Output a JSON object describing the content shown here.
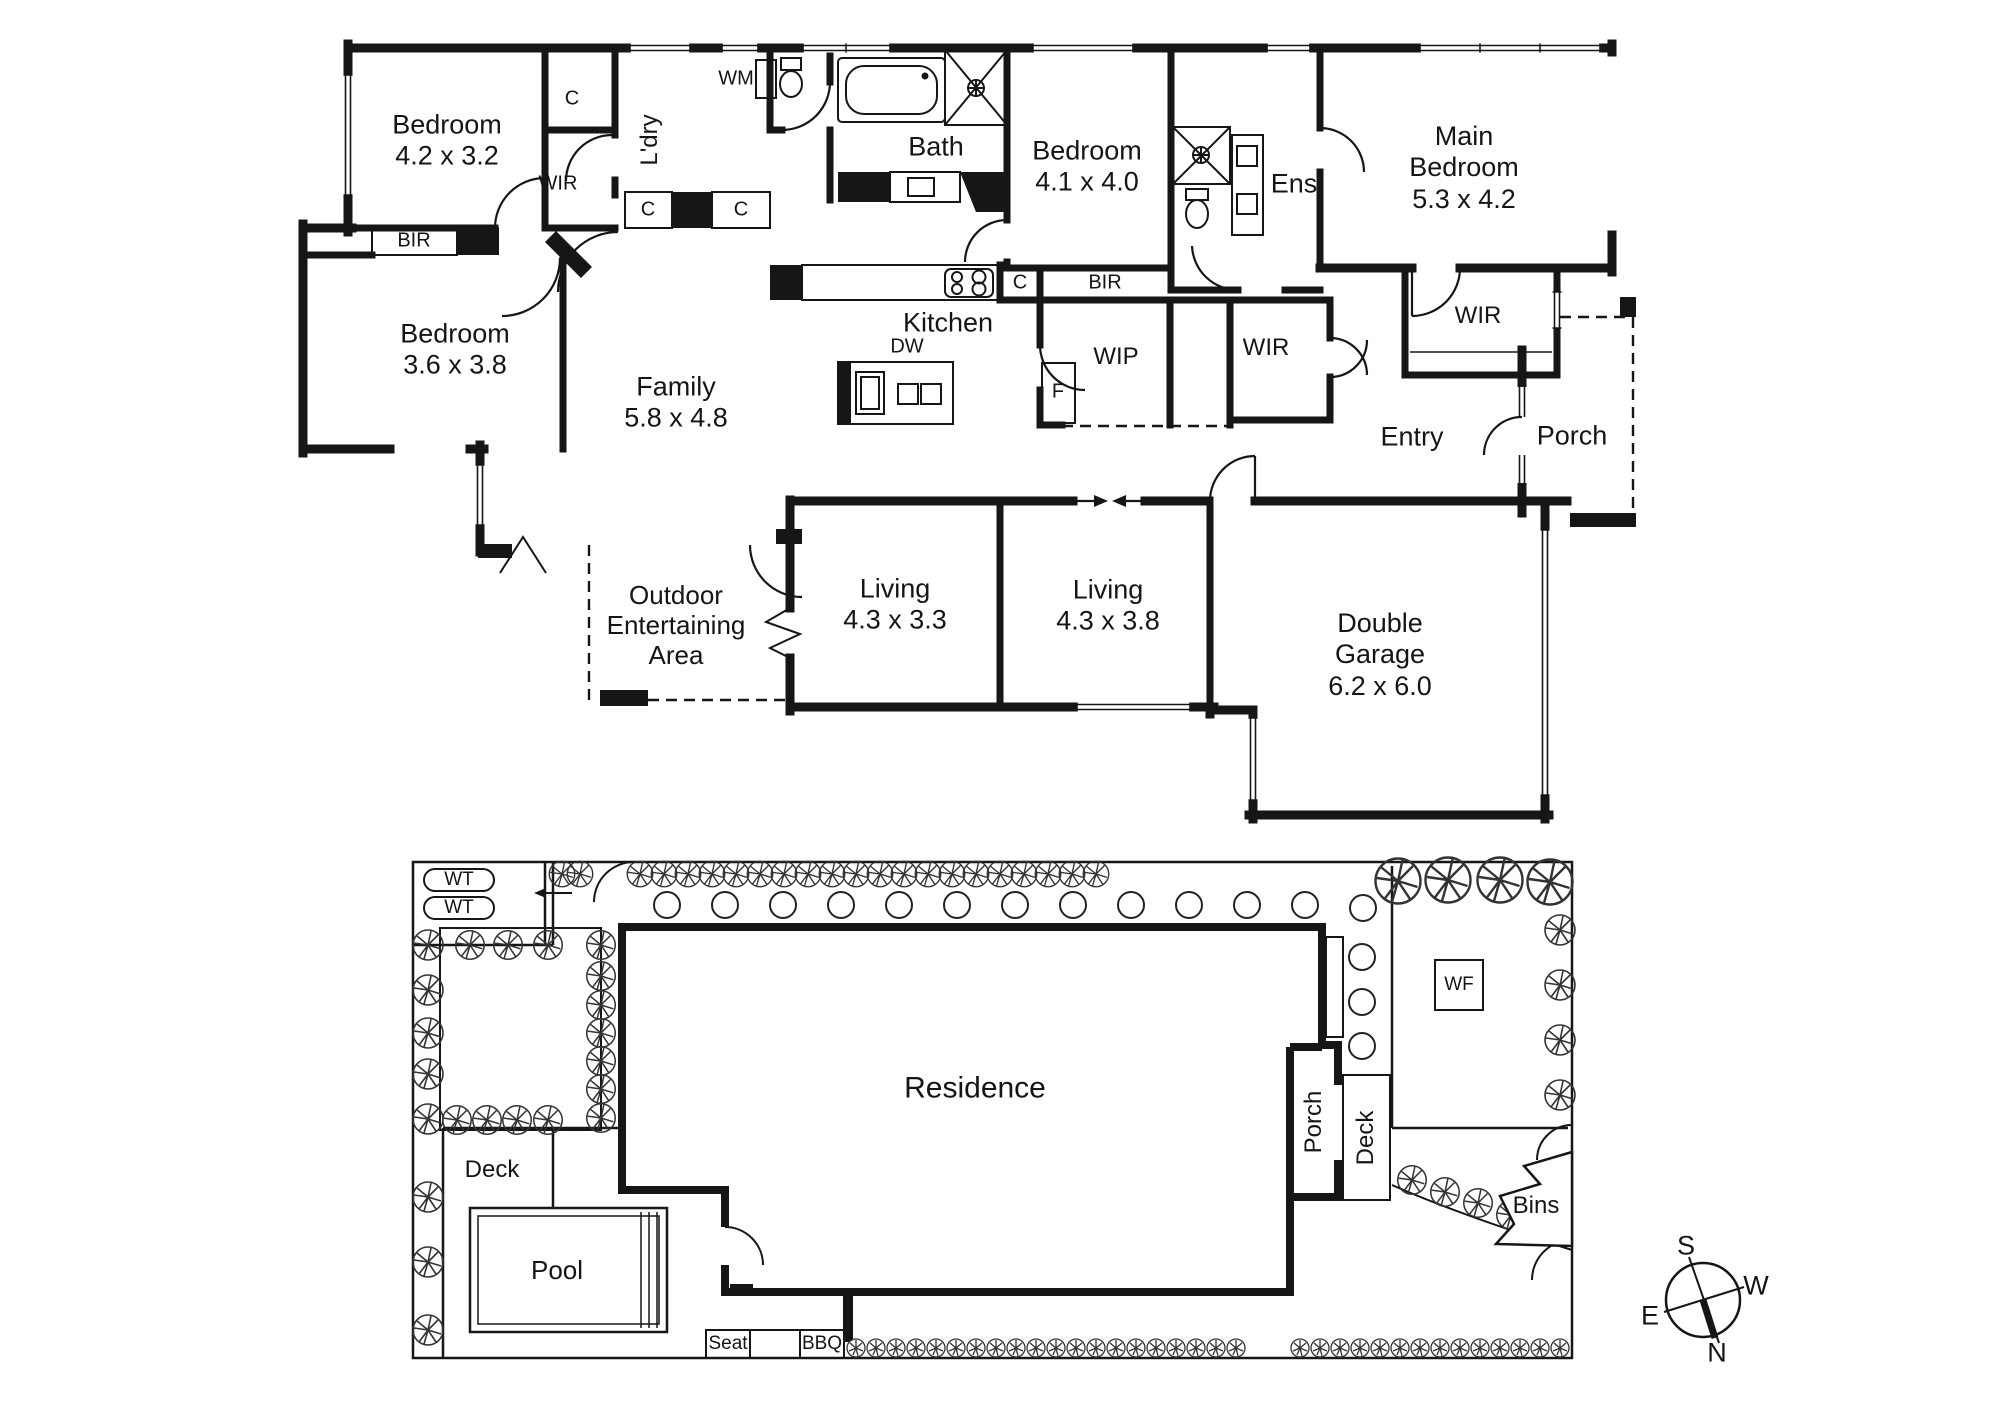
{
  "floor_plan": {
    "rooms": {
      "bedroom1": {
        "l1": "Bedroom",
        "l2": "4.2 x 3.2"
      },
      "bedroom3": {
        "l1": "Bedroom",
        "l2": "3.6 x 3.8"
      },
      "family": {
        "l1": "Family",
        "l2": "5.8 x 4.8"
      },
      "bedroom2": {
        "l1": "Bedroom",
        "l2": "4.1 x 4.0"
      },
      "main_bedroom": {
        "l1": "Main",
        "l2": "Bedroom",
        "l3": "5.3 x 4.2"
      },
      "living1": {
        "l1": "Living",
        "l2": "4.3 x 3.3"
      },
      "living2": {
        "l1": "Living",
        "l2": "4.3 x 3.8"
      },
      "garage": {
        "l1": "Double",
        "l2": "Garage",
        "l3": "6.2 x 6.0"
      },
      "outdoor": {
        "l1": "Outdoor",
        "l2": "Entertaining",
        "l3": "Area"
      },
      "bath": "Bath",
      "ens": "Ens",
      "kitchen": "Kitchen",
      "entry": "Entry",
      "porch": "Porch"
    },
    "labels": {
      "c_bed1": "C",
      "wir_bed1": "WIR",
      "laundry": "L'dry",
      "wm": "WM",
      "c_laundry": "C",
      "c_hall": "C",
      "bir_bed3": "BIR",
      "bir_bed2": "BIR",
      "c_kitchen": "C",
      "dw": "DW",
      "wip": "WIP",
      "fridge": "F",
      "wir_hall": "WIR",
      "wir_main": "WIR"
    }
  },
  "site_plan": {
    "labels": {
      "wt1": "WT",
      "wt2": "WT",
      "residence": "Residence",
      "wf": "WF",
      "porch": "Porch",
      "deck_side": "Deck",
      "deck": "Deck",
      "pool": "Pool",
      "seat": "Seat",
      "bbq": "BBQ",
      "bins": "Bins"
    }
  },
  "compass": {
    "s": "S",
    "w": "W",
    "e": "E",
    "n": "N"
  }
}
